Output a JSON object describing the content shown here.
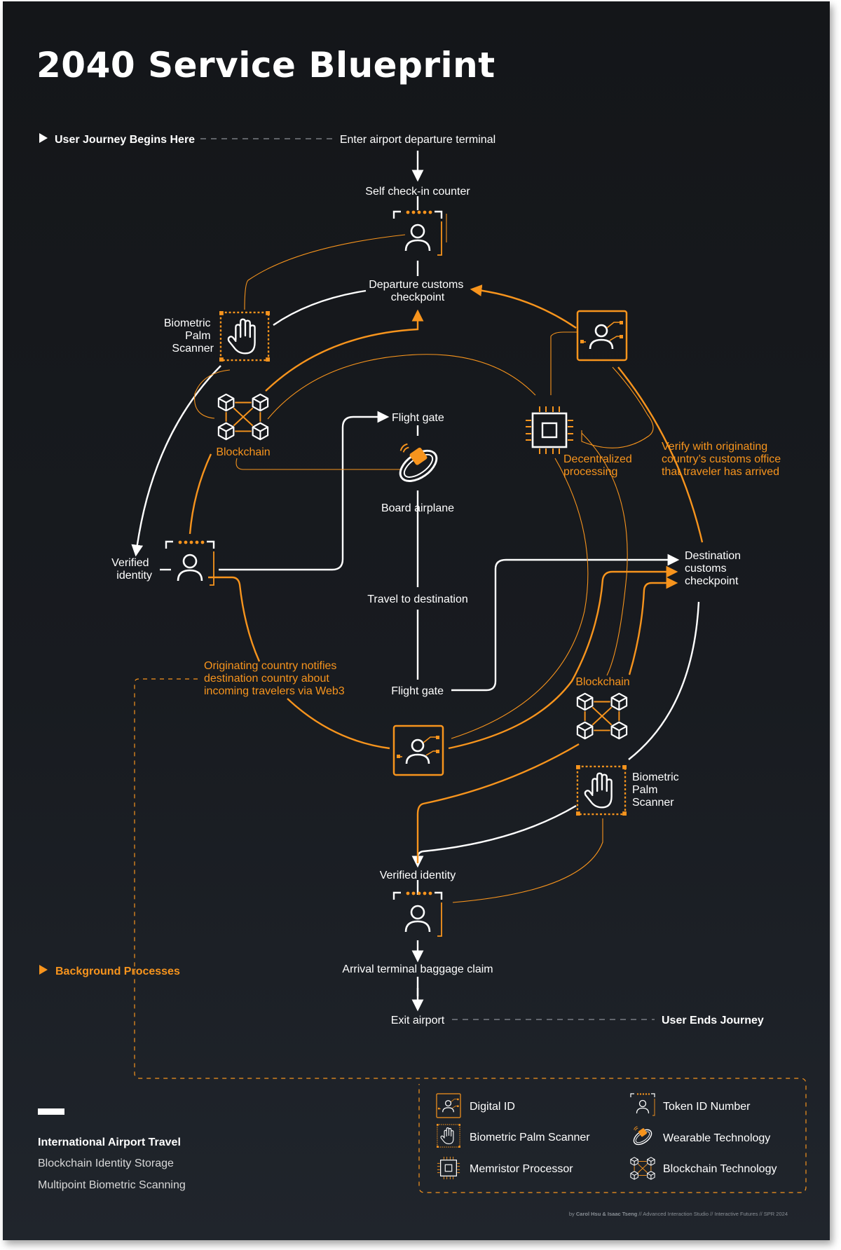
{
  "title": "2040 Service Blueprint",
  "journey": {
    "start": "User Journey Begins Here",
    "enter": "Enter airport departure terminal",
    "checkin": "Self check-in counter",
    "departure_customs": [
      "Departure customs",
      "checkpoint"
    ],
    "palm_scanner_1": [
      "Biometric",
      "Palm",
      "Scanner"
    ],
    "blockchain_1": "Blockchain",
    "verified_identity_1": [
      "Verified",
      "identity"
    ],
    "flight_gate_1": "Flight gate",
    "board": "Board airplane",
    "travel": "Travel to destination",
    "flight_gate_2": "Flight gate",
    "decentralized": [
      "Decentralized",
      "processing"
    ],
    "verify_origin": [
      "Verify with originating",
      "country’s customs office",
      "that traveler has arrived"
    ],
    "destination_customs": [
      "Destination",
      "customs",
      "checkpoint"
    ],
    "notify": [
      "Originating country notifies",
      "destination country about",
      "incoming travelers via Web3"
    ],
    "blockchain_2": "Blockchain",
    "palm_scanner_2": [
      "Biometric",
      "Palm",
      "Scanner"
    ],
    "verified_identity_2": "Verified identity",
    "baggage": "Arrival terminal baggage claim",
    "exit": "Exit airport",
    "end": "User Ends Journey",
    "background": "Background Processes"
  },
  "legend": {
    "items": [
      {
        "label": "Digital ID",
        "icon": "digital-id-icon"
      },
      {
        "label": "Token ID Number",
        "icon": "token-id-icon"
      },
      {
        "label": "Biometric Palm Scanner",
        "icon": "palm-scanner-icon"
      },
      {
        "label": "Wearable Technology",
        "icon": "wearable-icon"
      },
      {
        "label": "Memristor Processor",
        "icon": "processor-icon"
      },
      {
        "label": "Blockchain Technology",
        "icon": "blockchain-icon"
      }
    ]
  },
  "summary": {
    "heading": "International Airport Travel",
    "line1": "Blockchain Identity Storage",
    "line2": "Multipoint Biometric Scanning"
  },
  "credit": {
    "by": "by",
    "authors": "Carol Hsu & Isaac Tseng",
    "rest": "// Advanced Interaction Studio // Interactive Futures // SPR 2024"
  },
  "colors": {
    "background": "#16191d",
    "accent": "#f7941d",
    "foreground": "#ffffff"
  }
}
